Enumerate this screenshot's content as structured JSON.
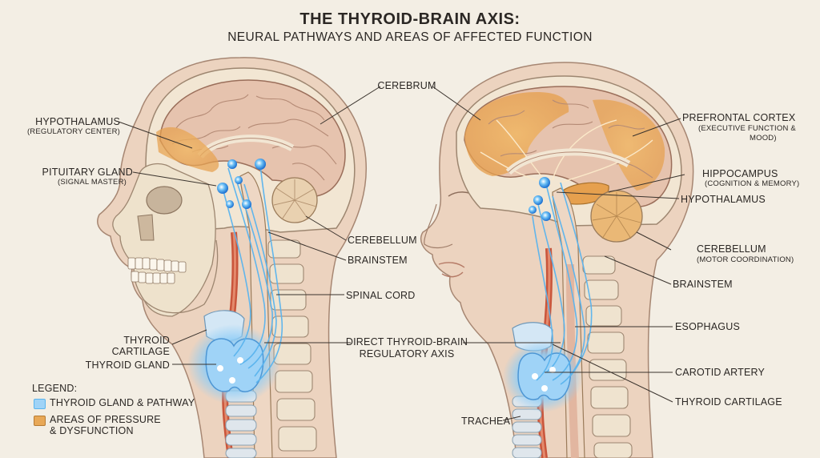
{
  "title": "THE THYROID-BRAIN AXIS:",
  "subtitle": "NEURAL PATHWAYS AND AREAS OF AFFECTED FUNCTION",
  "left_panel": {
    "hypothalamus": "HYPOTHALAMUS",
    "hypothalamus_note": "(REGULATORY CENTER)",
    "pituitary": "PITUITARY GLAND",
    "pituitary_note": "(SIGNAL MASTER)",
    "thyroid_cartilage_1": "THYROID",
    "thyroid_cartilage_2": "CARTILAGE",
    "thyroid_gland": "THYROID GLAND"
  },
  "center_labels": {
    "cerebrum": "CEREBRUM",
    "cerebellum": "CEREBELLUM",
    "brainstem": "BRAINSTEM",
    "spinal_cord": "SPINAL CORD",
    "axis_1": "DIRECT THYROID-BRAIN",
    "axis_2": "REGULATORY AXIS",
    "trachea": "TRACHEA"
  },
  "right_panel": {
    "prefrontal": "PREFRONTAL CORTEX",
    "prefrontal_note_1": "(EXECUTIVE FUNCTION &",
    "prefrontal_note_2": "MOOD)",
    "hippocampus": "HIPPOCAMPUS",
    "hippocampus_note": "(COGNITION & MEMORY)",
    "hypothalamus": "HYPOTHALAMUS",
    "cerebellum": "CEREBELLUM",
    "cerebellum_note": "(MOTOR COORDINATION)",
    "brainstem": "BRAINSTEM",
    "esophagus": "ESOPHAGUS",
    "carotid": "CAROTID ARTERY",
    "thyroid_cartilage": "THYROID CARTILAGE"
  },
  "legend": {
    "heading": "LEGEND:",
    "item1": "THYROID GLAND & PATHWAY",
    "item2_line1": "AREAS OF PRESSURE",
    "item2_line2": "& DYSFUNCTION"
  },
  "colors": {
    "background": "#f3eee4",
    "pathway_blue": "#5ab4ee",
    "dysfunction_orange": "#e8a857",
    "brain_pink": "#e6c3ae",
    "artery_red": "#c9553b"
  }
}
